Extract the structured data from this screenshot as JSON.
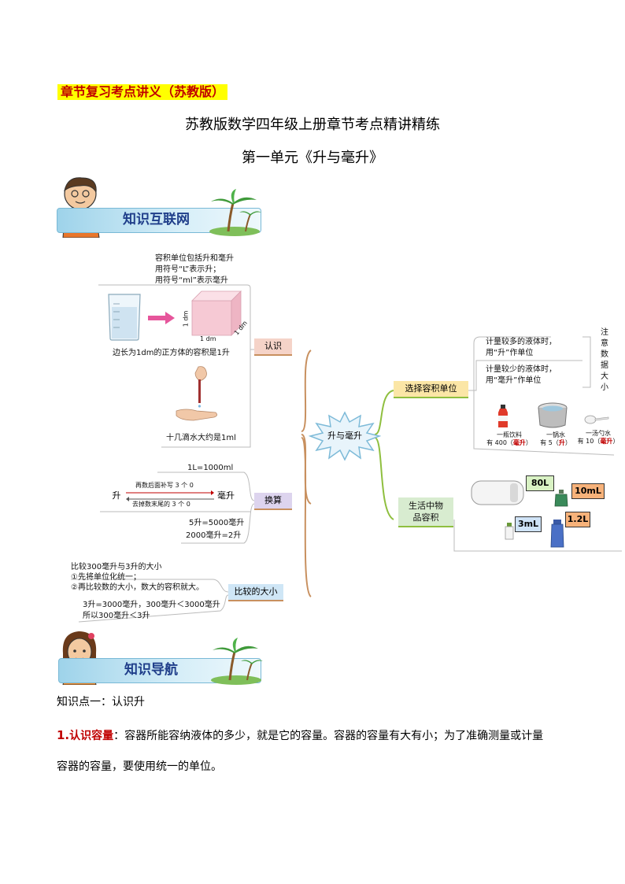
{
  "header": {
    "tag": "章节复习考点讲义（苏教版）",
    "title": "苏教版数学四年级上册章节考点精讲精练",
    "unit_title": "第一单元《升与毫升》"
  },
  "banners": {
    "network": "知识互联网",
    "navigation": "知识导航"
  },
  "mindmap": {
    "center": "升与毫升",
    "recognize": {
      "label": "认识",
      "unit_lines": [
        "容积单位包括升和毫升",
        "用符号“L”表示升；",
        "用符号“ml”表示毫升"
      ],
      "dm_label": "1 dm",
      "cube_caption": "边长为1dm的正方体的容积是1升",
      "drop_caption": "十几滴水大约是1ml"
    },
    "convert": {
      "label": "换算",
      "equation": "1L=1000ml",
      "left_unit": "升",
      "right_unit": "毫升",
      "upper_rule": "再数后面补写 3 个 0",
      "lower_rule": "去掉数末尾的 3 个 0",
      "example1": "5升=5000毫升",
      "example2": "2000毫升=2升"
    },
    "compare": {
      "label": "比较的大小",
      "lines": [
        "比较300毫升与3升的大小",
        "①先将单位化统一；",
        "②再比较数的大小，数大的容积就大。"
      ],
      "example_lines": [
        "3升=3000毫升，300毫升＜3000毫升",
        "所以300毫升＜3升"
      ]
    },
    "choose": {
      "label": "选择容积单位",
      "more": [
        "计量较多的液体时，",
        "用“升”作单位"
      ],
      "less": [
        "计量较少的液体时，",
        "用“毫升”作单位"
      ],
      "note_chars": [
        "注",
        "意",
        "数",
        "据",
        "大",
        "小"
      ],
      "items": [
        {
          "name": "一瓶饮料",
          "prefix": "有 400（",
          "answer": "毫升",
          "suffix": "）"
        },
        {
          "name": "一锅水",
          "prefix": "有 5（",
          "answer": "升",
          "suffix": "）"
        },
        {
          "name": "一汤勺水",
          "prefix": "有 10（",
          "answer": "毫升",
          "suffix": "）"
        }
      ]
    },
    "daily": {
      "label_lines": [
        "生活中物",
        "品容积"
      ],
      "tags": [
        "80L",
        "10mL",
        "3mL",
        "1.2L"
      ]
    }
  },
  "section": {
    "point_title": "知识点一：认识升",
    "number": "1.",
    "term": "认识容量",
    "colon": "：",
    "text": "容器所能容纳液体的多少，就是它的容量。容器的容量有大有小；为了准确测量或计量",
    "text2": "容器的容量，要使用统一的单位。"
  },
  "colors": {
    "accent_red": "#c00000",
    "recognize_box": "#f5d3c8",
    "convert_box": "#ddd4ee",
    "compare_box": "#cfe6f6",
    "choose_box": "#fbe6a6",
    "daily_box": "#d8ecd0",
    "tag_green": "#d9f2c4",
    "tag_orange": "#f7b27a",
    "tag_blue": "#cfe3f7"
  }
}
